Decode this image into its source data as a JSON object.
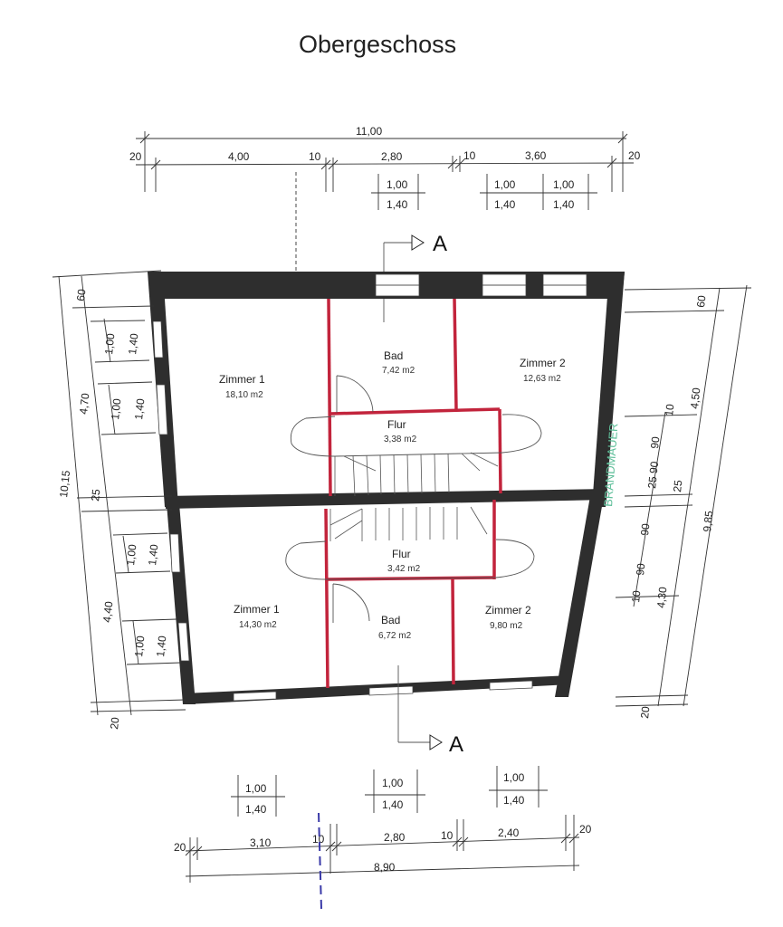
{
  "title": "Obergeschoss",
  "section_label_top": "A",
  "section_label_bottom": "A",
  "stamp_text": "BRANDMAUER",
  "colors": {
    "wall": "#2e2e2e",
    "partition": "#c2243c",
    "stamp": "#5fbf9a"
  },
  "rooms": {
    "upper_zimmer1": {
      "name": "Zimmer 1",
      "area": "18,10 m2"
    },
    "upper_bad": {
      "name": "Bad",
      "area": "7,42 m2"
    },
    "upper_zimmer2": {
      "name": "Zimmer 2",
      "area": "12,63 m2"
    },
    "upper_flur": {
      "name": "Flur",
      "area": "3,38 m2"
    },
    "lower_flur": {
      "name": "Flur",
      "area": "3,42 m2"
    },
    "lower_zimmer1": {
      "name": "Zimmer 1",
      "area": "14,30 m2"
    },
    "lower_bad": {
      "name": "Bad",
      "area": "6,72 m2"
    },
    "lower_zimmer2": {
      "name": "Zimmer 2",
      "area": "9,80 m2"
    }
  },
  "dimensions": {
    "top_total": "11,00",
    "top_20_left": "20",
    "top_400": "4,00",
    "top_10_a": "10",
    "top_280": "2,80",
    "top_10_b": "10",
    "top_360": "3,60",
    "top_20_right": "20",
    "top_win1_w": "1,00",
    "top_win1_h": "1,40",
    "top_win2_w": "1,00",
    "top_win2_h": "1,40",
    "top_win3_w": "1,00",
    "top_win3_h": "1,40",
    "left_60": "60",
    "left_100_a": "1,00",
    "left_140_a": "1,40",
    "left_470": "4,70",
    "left_100_b": "1,00",
    "left_140_b": "1,40",
    "left_1015": "10,15",
    "left_25": "25",
    "left_100_c": "1,00",
    "left_140_c": "1,40",
    "left_440": "4,40",
    "left_100_d": "1,00",
    "left_140_d": "1,40",
    "left_20": "20",
    "right_60": "60",
    "right_450": "4,50",
    "right_10_a": "10",
    "right_90_a": "90",
    "right_25_90": "25 90",
    "right_25": "25",
    "right_985": "9,85",
    "right_90_b": "90",
    "right_90_c": "90",
    "right_10_b": "10",
    "right_430": "4,30",
    "right_20": "20",
    "bottom_win1_w": "1,00",
    "bottom_win1_h": "1,40",
    "bottom_win2_w": "1,00",
    "bottom_win2_h": "1,40",
    "bottom_win3_w": "1,00",
    "bottom_win3_h": "1,40",
    "bottom_20_left": "20",
    "bottom_310": "3,10",
    "bottom_10_a": "10",
    "bottom_280": "2,80",
    "bottom_10_b": "10",
    "bottom_240": "2,40",
    "bottom_20_right": "20",
    "bottom_total": "8,90"
  }
}
